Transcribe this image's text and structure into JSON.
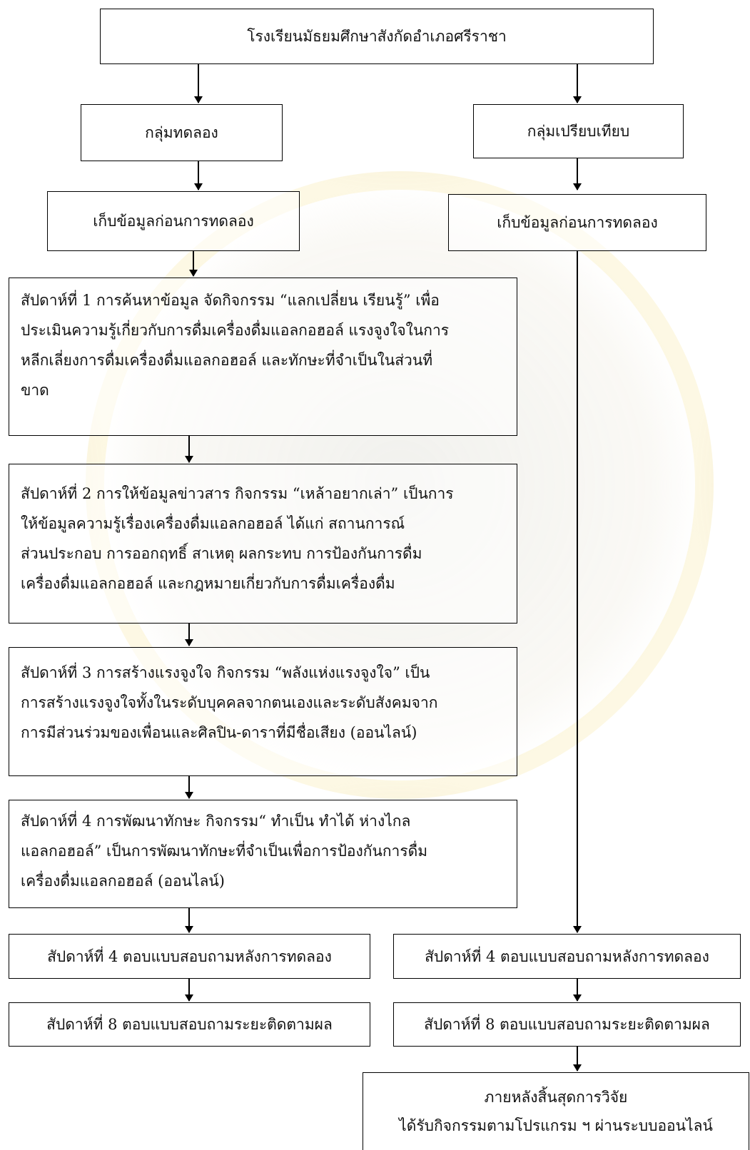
{
  "top": {
    "label": "โรงเรียนมัธยมศึกษาสังกัดอำเภอศรีราชา"
  },
  "experimental": {
    "group": "กลุ่มทดลอง",
    "pretest": "เก็บข้อมูลก่อนการทดลอง",
    "week1": [
      "สัปดาห์ที่ 1 การค้นหาข้อมูล จัดกิจกรรม “แลกเปลี่ยน เรียนรู้” เพื่อ",
      "ประเมินความรู้เกี่ยวกับการดื่มเครื่องดื่มแอลกอฮอล์ แรงจูงใจในการ",
      "หลีกเลี่ยงการดื่มเครื่องดื่มแอลกอฮอล์ และทักษะที่จำเป็นในส่วนที่",
      "ขาด"
    ],
    "week2": [
      "สัปดาห์ที่ 2  การให้ข้อมูลข่าวสาร กิจกรรม “เหล้าอยากเล่า” เป็นการ",
      "ให้ข้อมูลความรู้เรื่องเครื่องดื่มแอลกอฮอล์ ได้แก่ สถานการณ์",
      "ส่วนประกอบ การออกฤทธิ์ สาเหตุ ผลกระทบ การป้องกันการดื่ม",
      "เครื่องดื่มแอลกอฮอล์ และกฎหมายเกี่ยวกับการดื่มเครื่องดื่ม"
    ],
    "week3": [
      "สัปดาห์ที่ 3 การสร้างแรงจูงใจ กิจกรรม “พลังแห่งแรงจูงใจ”  เป็น",
      "การสร้างแรงจูงใจทั้งในระดับบุคคลจากตนเองและระดับสังคมจาก",
      "การมีส่วนร่วมของเพื่อนและศิลปิน-ดาราที่มีชื่อเสียง (ออนไลน์)"
    ],
    "week4": [
      "สัปดาห์ที่ 4 การพัฒนาทักษะ กิจกรรม“ ทำเป็น ทำได้ ห่างไกล",
      "แอลกอฮอล์” เป็นการพัฒนาทักษะที่จำเป็นเพื่อการป้องกันการดื่ม",
      "เครื่องดื่มแอลกอฮอล์ (ออนไลน์)"
    ],
    "posttest": "สัปดาห์ที่ 4  ตอบแบบสอบถามหลังการทดลอง",
    "followup": "สัปดาห์ที่ 8  ตอบแบบสอบถามระยะติดตามผล"
  },
  "comparison": {
    "group": "กลุ่มเปรียบเทียบ",
    "pretest": "เก็บข้อมูลก่อนการทดลอง",
    "posttest": "สัปดาห์ที่ 4  ตอบแบบสอบถามหลังการทดลอง",
    "followup": "สัปดาห์ที่ 8  ตอบแบบสอบถามระยะติดตามผล",
    "after": [
      "ภายหลังสิ้นสุดการวิจัย",
      "ได้รับกิจกรรมตามโปรแกรม ฯ ผ่านระบบออนไลน์"
    ]
  }
}
